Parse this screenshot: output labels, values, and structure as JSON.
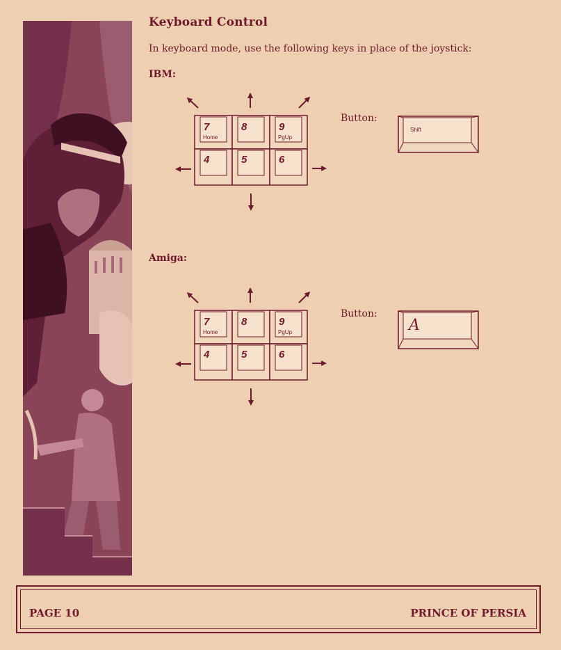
{
  "heading": "Keyboard Control",
  "intro": "In keyboard mode, use the following keys in place of the joystick:",
  "sections": [
    {
      "label": "IBM:",
      "keys": [
        {
          "num": "7",
          "sub": "Home"
        },
        {
          "num": "8",
          "sub": ""
        },
        {
          "num": "9",
          "sub": "PgUp"
        },
        {
          "num": "4",
          "sub": ""
        },
        {
          "num": "5",
          "sub": ""
        },
        {
          "num": "6",
          "sub": ""
        }
      ],
      "button_label": "Button:",
      "button_key": "Shift"
    },
    {
      "label": "Amiga:",
      "keys": [
        {
          "num": "7",
          "sub": "Home"
        },
        {
          "num": "8",
          "sub": ""
        },
        {
          "num": "9",
          "sub": "PgUp"
        },
        {
          "num": "4",
          "sub": ""
        },
        {
          "num": "5",
          "sub": ""
        },
        {
          "num": "6",
          "sub": ""
        }
      ],
      "button_label": "Button:",
      "button_key": "A"
    }
  ],
  "footer": {
    "left": "PAGE 10",
    "right": "PRINCE OF PERSIA"
  },
  "colors": {
    "paper": "#efcfb1",
    "ink": "#6f1a2c",
    "illustration": "#8a4458"
  },
  "icons": [
    "arrow-up-left-icon",
    "arrow-up-icon",
    "arrow-up-right-icon",
    "arrow-left-icon",
    "arrow-right-icon",
    "arrow-down-icon"
  ]
}
